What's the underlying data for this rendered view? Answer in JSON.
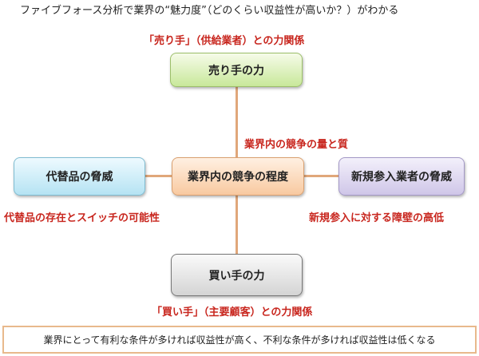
{
  "title": "ファイブフォース分析で業界の“魅力度”（どのくらい収益性が高いか？）がわかる",
  "nodes": {
    "supplier": {
      "label": "売り手の力",
      "note": "「売り手」（供給業者）との力関係",
      "color": "#d9f0b0"
    },
    "rivalry": {
      "label": "業界内の競争の程度",
      "note": "業界内の競争の量と質",
      "color": "#fbd3b0"
    },
    "substitute": {
      "label": "代替品の脅威",
      "note": "代替品の存在とスイッチの可能性",
      "color": "#c6ecf7"
    },
    "new_entrant": {
      "label": "新規参入業者の脅威",
      "note": "新規参入に対する障壁の高低",
      "color": "#ddd6ee"
    },
    "buyer": {
      "label": "買い手の力",
      "note": "「買い手」（主要顧客）との力関係",
      "color": "#e6e6e6"
    }
  },
  "conclusion": "業界にとって有利な条件が多ければ収益性が高く、不利な条件が多ければ収益性は低くなる"
}
